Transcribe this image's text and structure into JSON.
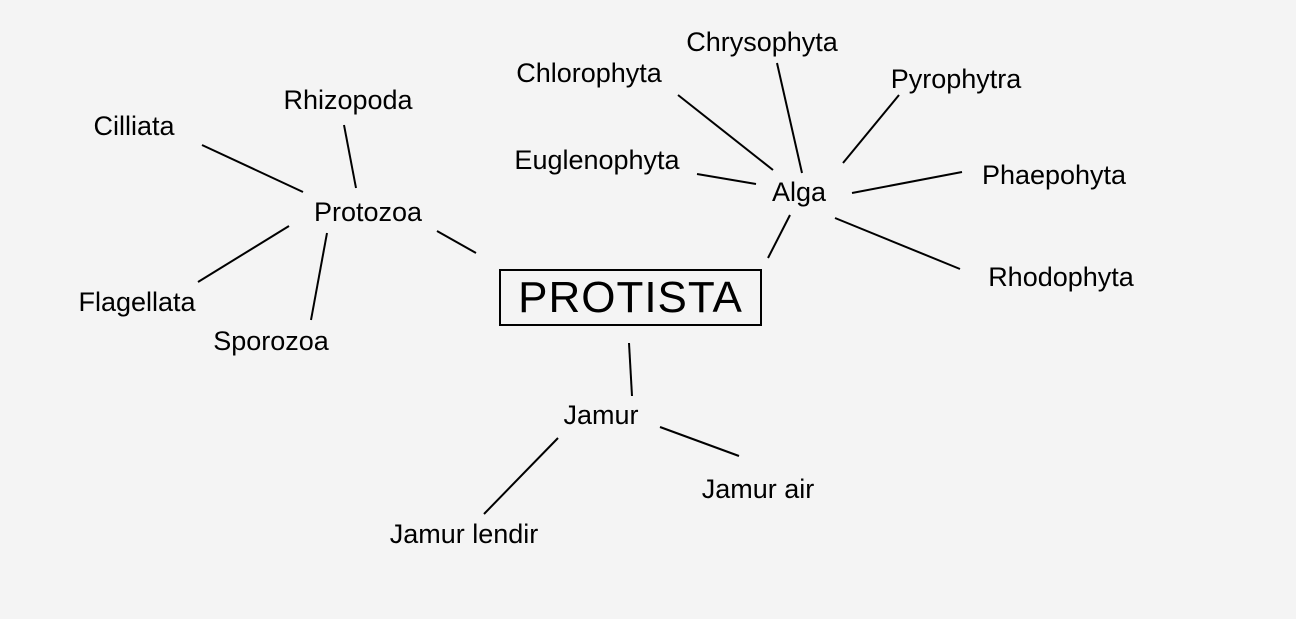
{
  "root": "PROTISTA",
  "groups": {
    "protozoa": {
      "label": "Protozoa",
      "children": [
        "Cilliata",
        "Rhizopoda",
        "Flagellata",
        "Sporozoa"
      ]
    },
    "alga": {
      "label": "Alga",
      "children": [
        "Chlorophyta",
        "Chrysophyta",
        "Pyrophytra",
        "Euglenophyta",
        "Phaepohyta",
        "Rhodophyta"
      ]
    },
    "jamur": {
      "label": "Jamur",
      "children": [
        "Jamur lendir",
        "Jamur air"
      ]
    }
  }
}
